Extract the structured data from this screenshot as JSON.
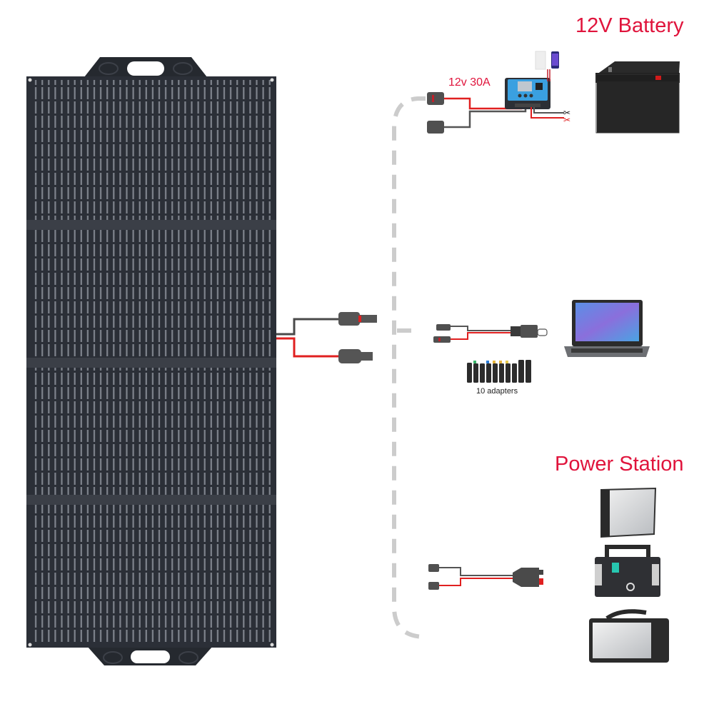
{
  "diagram": {
    "subject": "Foldable solar panel connection diagram",
    "panel": {
      "name": "foldable-solar-panel",
      "sections": 4,
      "color": "#2b2f37",
      "fold_color": "#3a3e46",
      "cell_line_color": "#8b9099"
    },
    "outputs": [
      {
        "id": "battery",
        "title": "12V Battery",
        "cable": "MC4 to battery clamps via charge controller",
        "controller_label": "12v 30A",
        "devices": [
          "charge-controller",
          "usb-phone",
          "12v-lead-acid-battery"
        ]
      },
      {
        "id": "laptop",
        "title": "",
        "cable": "MC4 to DC barrel plug",
        "adapters_label": "10 adapters",
        "adapter_count": 10,
        "devices": [
          "laptop"
        ]
      },
      {
        "id": "power_station",
        "title": "Power Station",
        "cable": "MC4 to Anderson connector",
        "devices": [
          "portable-power-station-1",
          "portable-power-station-2",
          "portable-power-station-3"
        ]
      }
    ],
    "colors": {
      "title_red": "#e0143c",
      "wire_red": "#e02020",
      "wire_dark": "#4a4a4a",
      "dashed_line": "#cccccc",
      "controller_blue": "#3aa0e0"
    }
  },
  "labels": {
    "battery_title": "12V Battery",
    "controller": "12v 30A",
    "adapters": "10 adapters",
    "station_title": "Power Station"
  }
}
